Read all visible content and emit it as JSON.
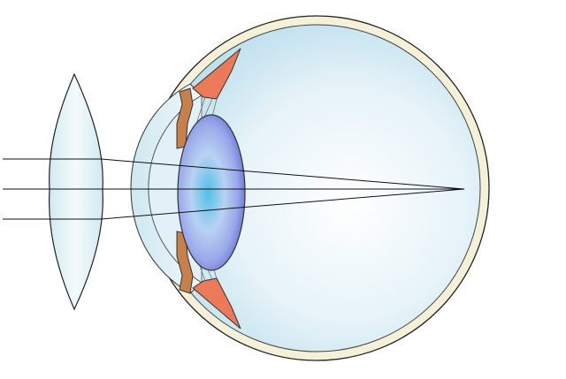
{
  "colors": {
    "background": "#ffffff",
    "sclera": "#f4f1d8",
    "vitreous": "#d6ecf4",
    "lens": "#7f8fe0",
    "lens_center": "#4fc0e8",
    "iris": "#c8804a",
    "ciliary": "#ec7a58",
    "corrective_lens": "#e4f2f6",
    "outline": "#222222"
  },
  "icons": [
    "corrective-lens",
    "eyeball",
    "crystalline-lens",
    "light-rays"
  ]
}
